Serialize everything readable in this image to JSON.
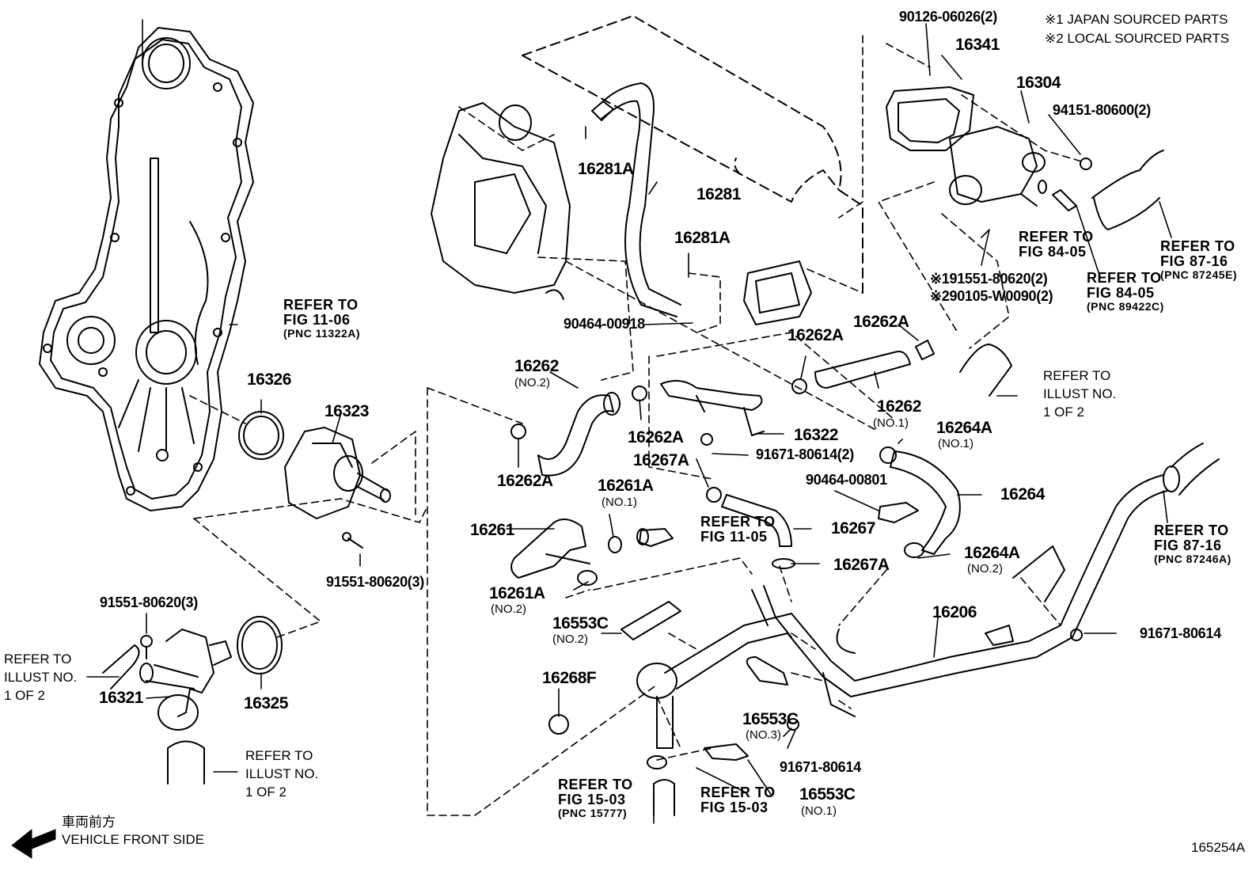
{
  "notes": {
    "japan": "※1 JAPAN SOURCED PARTS",
    "local": "※2 LOCAL SOURCED PARTS"
  },
  "labels": {
    "p90126": "90126-06026(2)",
    "p16341": "16341",
    "p16304": "16304",
    "p94151": "94151-80600(2)",
    "p16281A_a": "16281A",
    "p16281": "16281",
    "p16281A_b": "16281A",
    "p90464_00918": "90464-00918",
    "p16262A_top": "16262A",
    "p16262A_mid": "16262A",
    "p16262_no1": "16262",
    "p16262_no1_sub": "(NO.1)",
    "p16262_no2": "16262",
    "p16262_no2_sub": "(NO.2)",
    "p16262A_b": "16262A",
    "p16322": "16322",
    "p16262A_left": "16262A",
    "p91671_80614_2": "91671-80614(2)",
    "p16267A_a": "16267A",
    "p16264A_no1": "16264A",
    "p16264A_no1_sub": "(NO.1)",
    "p90464_00801": "90464-00801",
    "p16264": "16264",
    "p16261A_no1": "16261A",
    "p16261A_no1_sub": "(NO.1)",
    "p16261": "16261",
    "p16267": "16267",
    "p16267A_b": "16267A",
    "p16264A_no2": "16264A",
    "p16264A_no2_sub": "(NO.2)",
    "p16261A_no2": "16261A",
    "p16261A_no2_sub": "(NO.2)",
    "p16553C_no2": "16553C",
    "p16553C_no2_sub": "(NO.2)",
    "p16206": "16206",
    "p91671_80614_r": "91671-80614",
    "p16268F": "16268F",
    "p16553C_no3": "16553C",
    "p16553C_no3_sub": "(NO.3)",
    "p91671_80614_b": "91671-80614",
    "p16553C_no1": "16553C",
    "p16553C_no1_sub": "(NO.1)",
    "p16326": "16326",
    "p16323": "16323",
    "p91551_80620_3a": "91551-80620(3)",
    "p91551_80620_3b": "91551-80620(3)",
    "p16321": "16321",
    "p16325": "16325",
    "p191551": "※191551-80620(2)",
    "p290105": "※290105-W0090(2)"
  },
  "refs": {
    "fig1106": [
      "REFER TO",
      "FIG 11-06",
      "(PNC 11322A)"
    ],
    "fig8405a": [
      "REFER TO",
      "FIG 84-05"
    ],
    "fig8716a": [
      "REFER TO",
      "FIG 87-16",
      "(PNC 87245E)"
    ],
    "fig8405b": [
      "REFER TO",
      "FIG 84-05",
      "(PNC 89422C)"
    ],
    "illust_r": [
      "REFER TO",
      "ILLUST NO.",
      "1 OF 2"
    ],
    "fig1105": [
      "REFER TO",
      "FIG 11-05"
    ],
    "fig8716b": [
      "REFER TO",
      "FIG 87-16",
      "(PNC 87246A)"
    ],
    "illust_l": [
      "REFER TO",
      "ILLUST NO.",
      "1 OF 2"
    ],
    "illust_b": [
      "REFER TO",
      "ILLUST NO.",
      "1 OF 2"
    ],
    "fig1503a": [
      "REFER TO",
      "FIG 15-03",
      "(PNC 15777)"
    ],
    "fig1503b": [
      "REFER TO",
      "FIG 15-03"
    ]
  },
  "direction": {
    "jp": "車両前方",
    "en": "VEHICLE FRONT SIDE"
  },
  "illustration_id": "165254A"
}
